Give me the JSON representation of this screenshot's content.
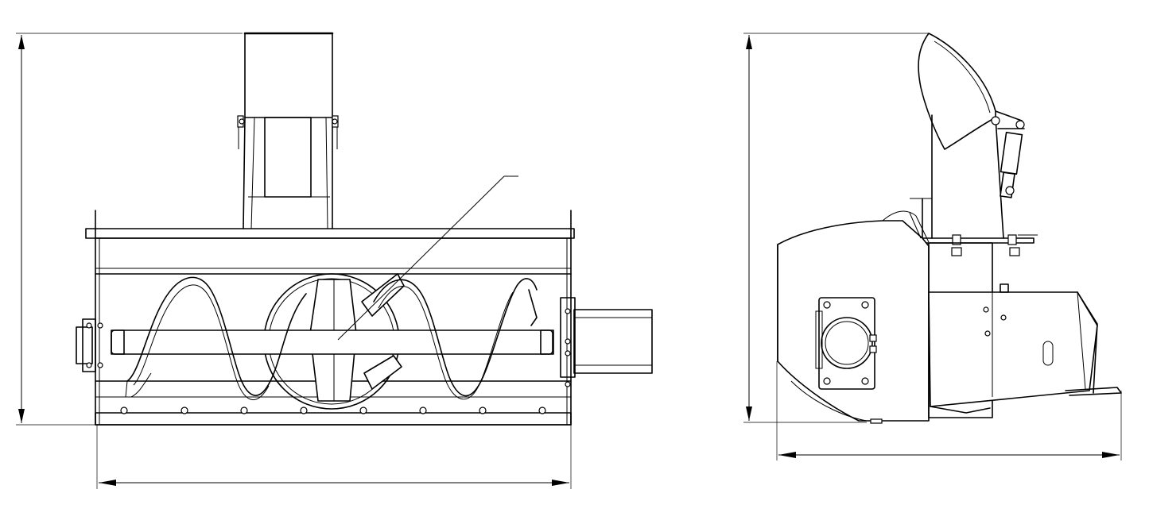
{
  "drawing": {
    "views": [
      {
        "id": "front",
        "name": "front-view"
      },
      {
        "id": "side",
        "name": "side-view"
      }
    ],
    "dimension_lines": [
      {
        "view": "front",
        "axis": "vertical",
        "label": ""
      },
      {
        "view": "front",
        "axis": "horizontal",
        "label": ""
      },
      {
        "view": "side",
        "axis": "vertical",
        "label": ""
      },
      {
        "view": "side",
        "axis": "horizontal",
        "label": ""
      }
    ],
    "leader": {
      "view": "front",
      "label": ""
    },
    "colors": {
      "line": "#000000",
      "background": "#ffffff"
    }
  }
}
